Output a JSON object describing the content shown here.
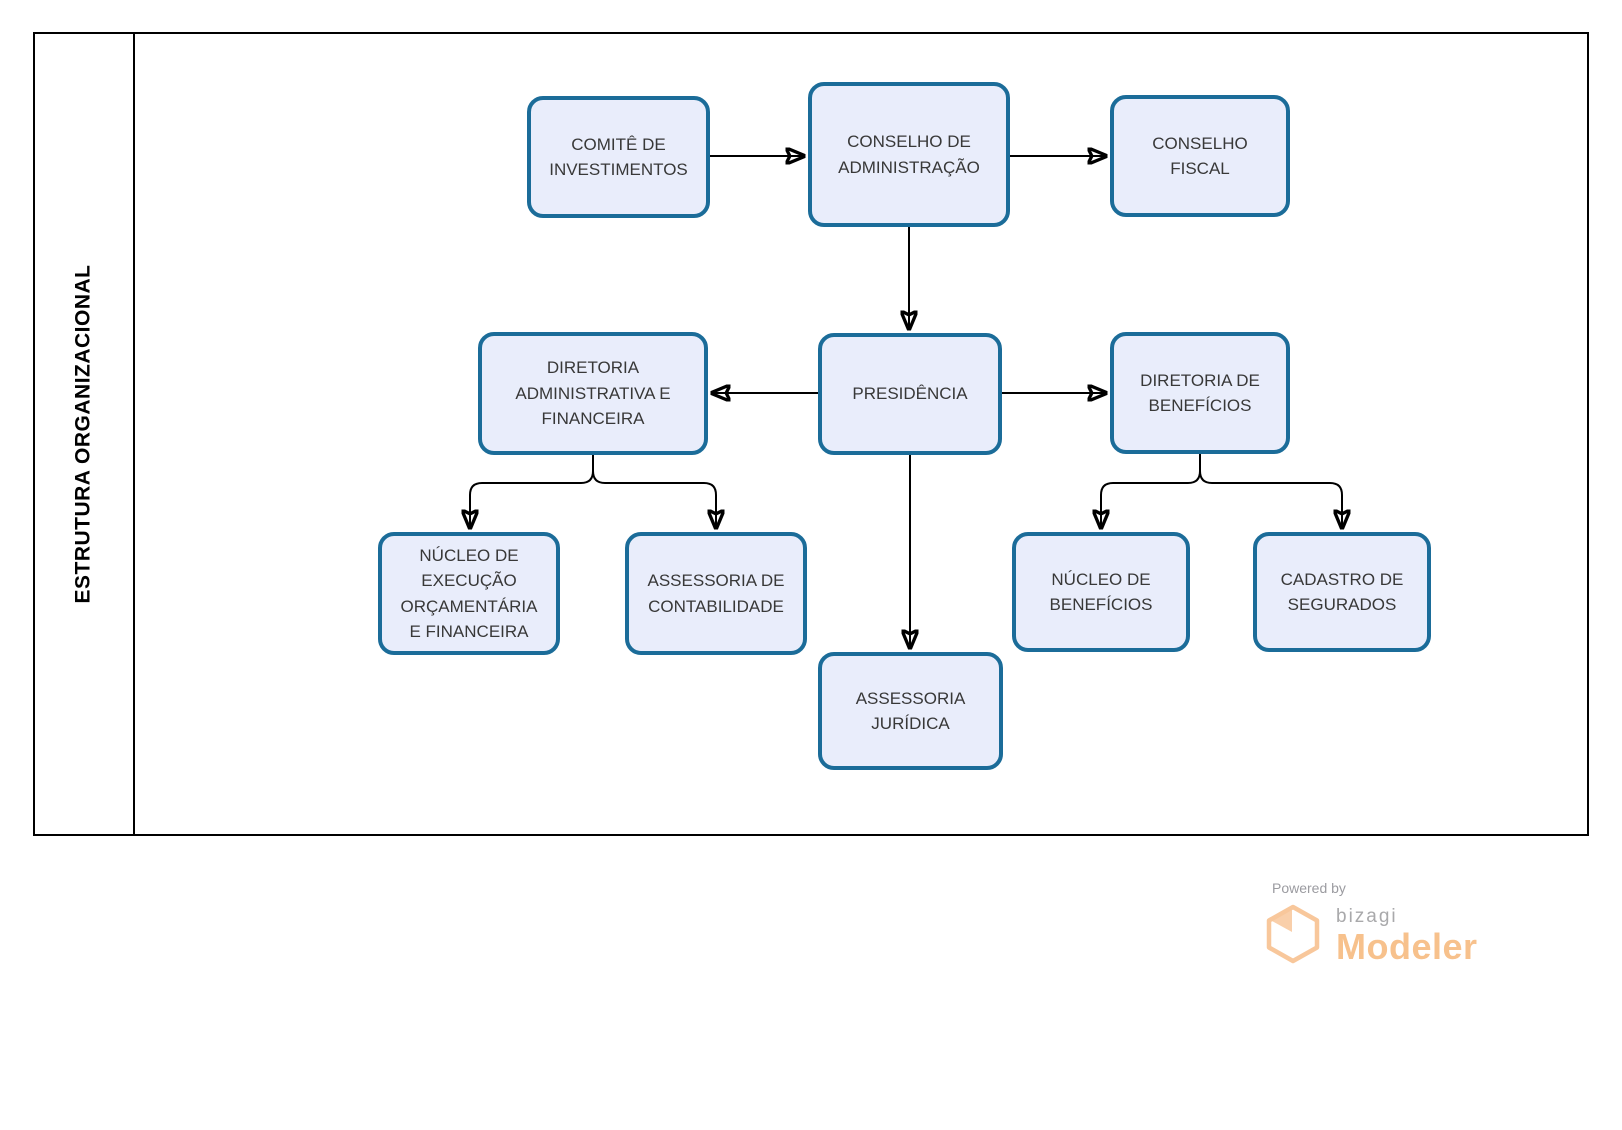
{
  "frame": {
    "title": "ESTRUTURA ORGANIZACIONAL"
  },
  "nodes": [
    {
      "id": "comite-investimentos",
      "label": "COMITÊ DE INVESTIMENTOS"
    },
    {
      "id": "conselho-administracao",
      "label": "CONSELHO DE ADMINISTRAÇÃO"
    },
    {
      "id": "conselho-fiscal",
      "label": "CONSELHO FISCAL"
    },
    {
      "id": "diretoria-administrativa-financeira",
      "label": "DIRETORIA ADMINISTRATIVA E FINANCEIRA"
    },
    {
      "id": "presidencia",
      "label": "PRESIDÊNCIA"
    },
    {
      "id": "diretoria-beneficios",
      "label": "DIRETORIA DE BENEFÍCIOS"
    },
    {
      "id": "nucleo-execucao-orcamentaria-financeira",
      "label": "NÚCLEO DE EXECUÇÃO ORÇAMENTÁRIA E FINANCEIRA"
    },
    {
      "id": "assessoria-contabilidade",
      "label": "ASSESSORIA DE CONTABILIDADE"
    },
    {
      "id": "nucleo-beneficios",
      "label": "NÚCLEO DE BENEFÍCIOS"
    },
    {
      "id": "cadastro-segurados",
      "label": "CADASTRO DE SEGURADOS"
    },
    {
      "id": "assessoria-juridica",
      "label": "ASSESSORIA JURÍDICA"
    }
  ],
  "connectors": [
    {
      "from": "comite-investimentos",
      "to": "conselho-administracao",
      "style": "arrow"
    },
    {
      "from": "conselho-administracao",
      "to": "conselho-fiscal",
      "style": "arrow"
    },
    {
      "from": "conselho-administracao",
      "to": "presidencia",
      "style": "arrow"
    },
    {
      "from": "presidencia",
      "to": "diretoria-administrativa-financeira",
      "style": "arrow"
    },
    {
      "from": "presidencia",
      "to": "diretoria-beneficios",
      "style": "arrow"
    },
    {
      "from": "presidencia",
      "to": "assessoria-juridica",
      "style": "arrow"
    },
    {
      "from": "diretoria-administrativa-financeira",
      "to": "nucleo-execucao-orcamentaria-financeira",
      "style": "fork-arrow"
    },
    {
      "from": "diretoria-administrativa-financeira",
      "to": "assessoria-contabilidade",
      "style": "fork-arrow"
    },
    {
      "from": "diretoria-beneficios",
      "to": "nucleo-beneficios",
      "style": "fork-arrow"
    },
    {
      "from": "diretoria-beneficios",
      "to": "cadastro-segurados",
      "style": "fork-arrow"
    }
  ],
  "footer": {
    "powered_by": "Powered by",
    "brand": "bizagi",
    "product": "Modeler"
  },
  "colors": {
    "node_fill": "#E9EDFB",
    "node_border": "#1B6C99",
    "node_text": "#383838",
    "frame_border": "#000000",
    "connector": "#000000",
    "brand_orange": "#F7C18C",
    "brand_gray": "#A9A9AB"
  }
}
